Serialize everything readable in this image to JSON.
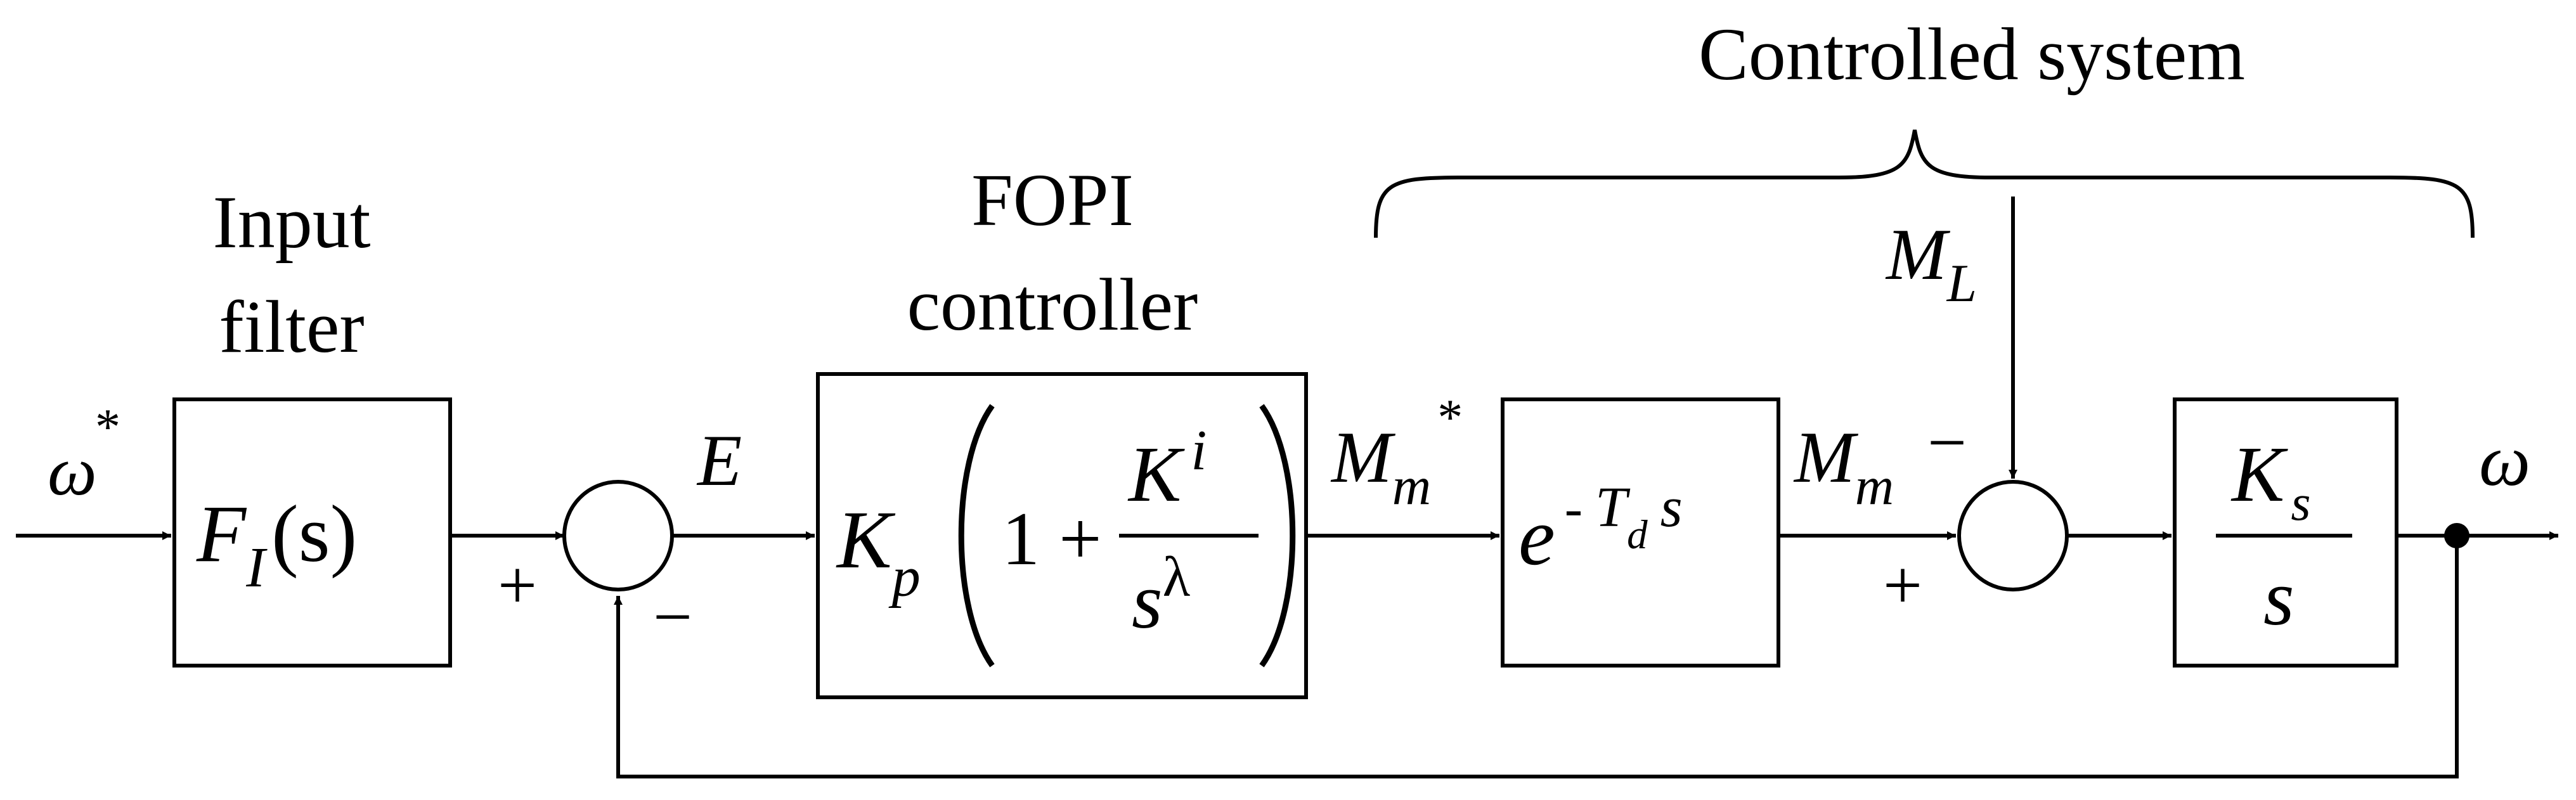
{
  "annotations": {
    "controlled_system": "Controlled system",
    "input_filter_line1": "Input",
    "input_filter_line2": "filter",
    "fopi_line1": "FOPI",
    "fopi_line2": "controller"
  },
  "blocks": {
    "filter": {
      "F": "F",
      "sub": "I",
      "arg": "(s)"
    },
    "fopi": {
      "K": "K",
      "Ksub": "p",
      "one": "1 +",
      "Ki": "K",
      "Kisub": "i",
      "s": "s",
      "lambda": "λ"
    },
    "delay": {
      "e": "e",
      "minus": "-",
      "T": "T",
      "Tsub": "d",
      "s": "s"
    },
    "plant": {
      "K": "K",
      "Ksub": "s",
      "s": "s"
    }
  },
  "signals": {
    "omega_ref": "ω",
    "omega_ref_star": "*",
    "error": "E",
    "mm_star": "M",
    "mm_star_sub": "m",
    "mm_star_sup": "*",
    "mm": "M",
    "mm_sub": "m",
    "ml": "M",
    "ml_sub": "L",
    "omega_out": "ω"
  },
  "signs": {
    "sum1_plus": "+",
    "sum1_minus": "−",
    "sum2_plus": "+",
    "sum2_minus": "−"
  }
}
